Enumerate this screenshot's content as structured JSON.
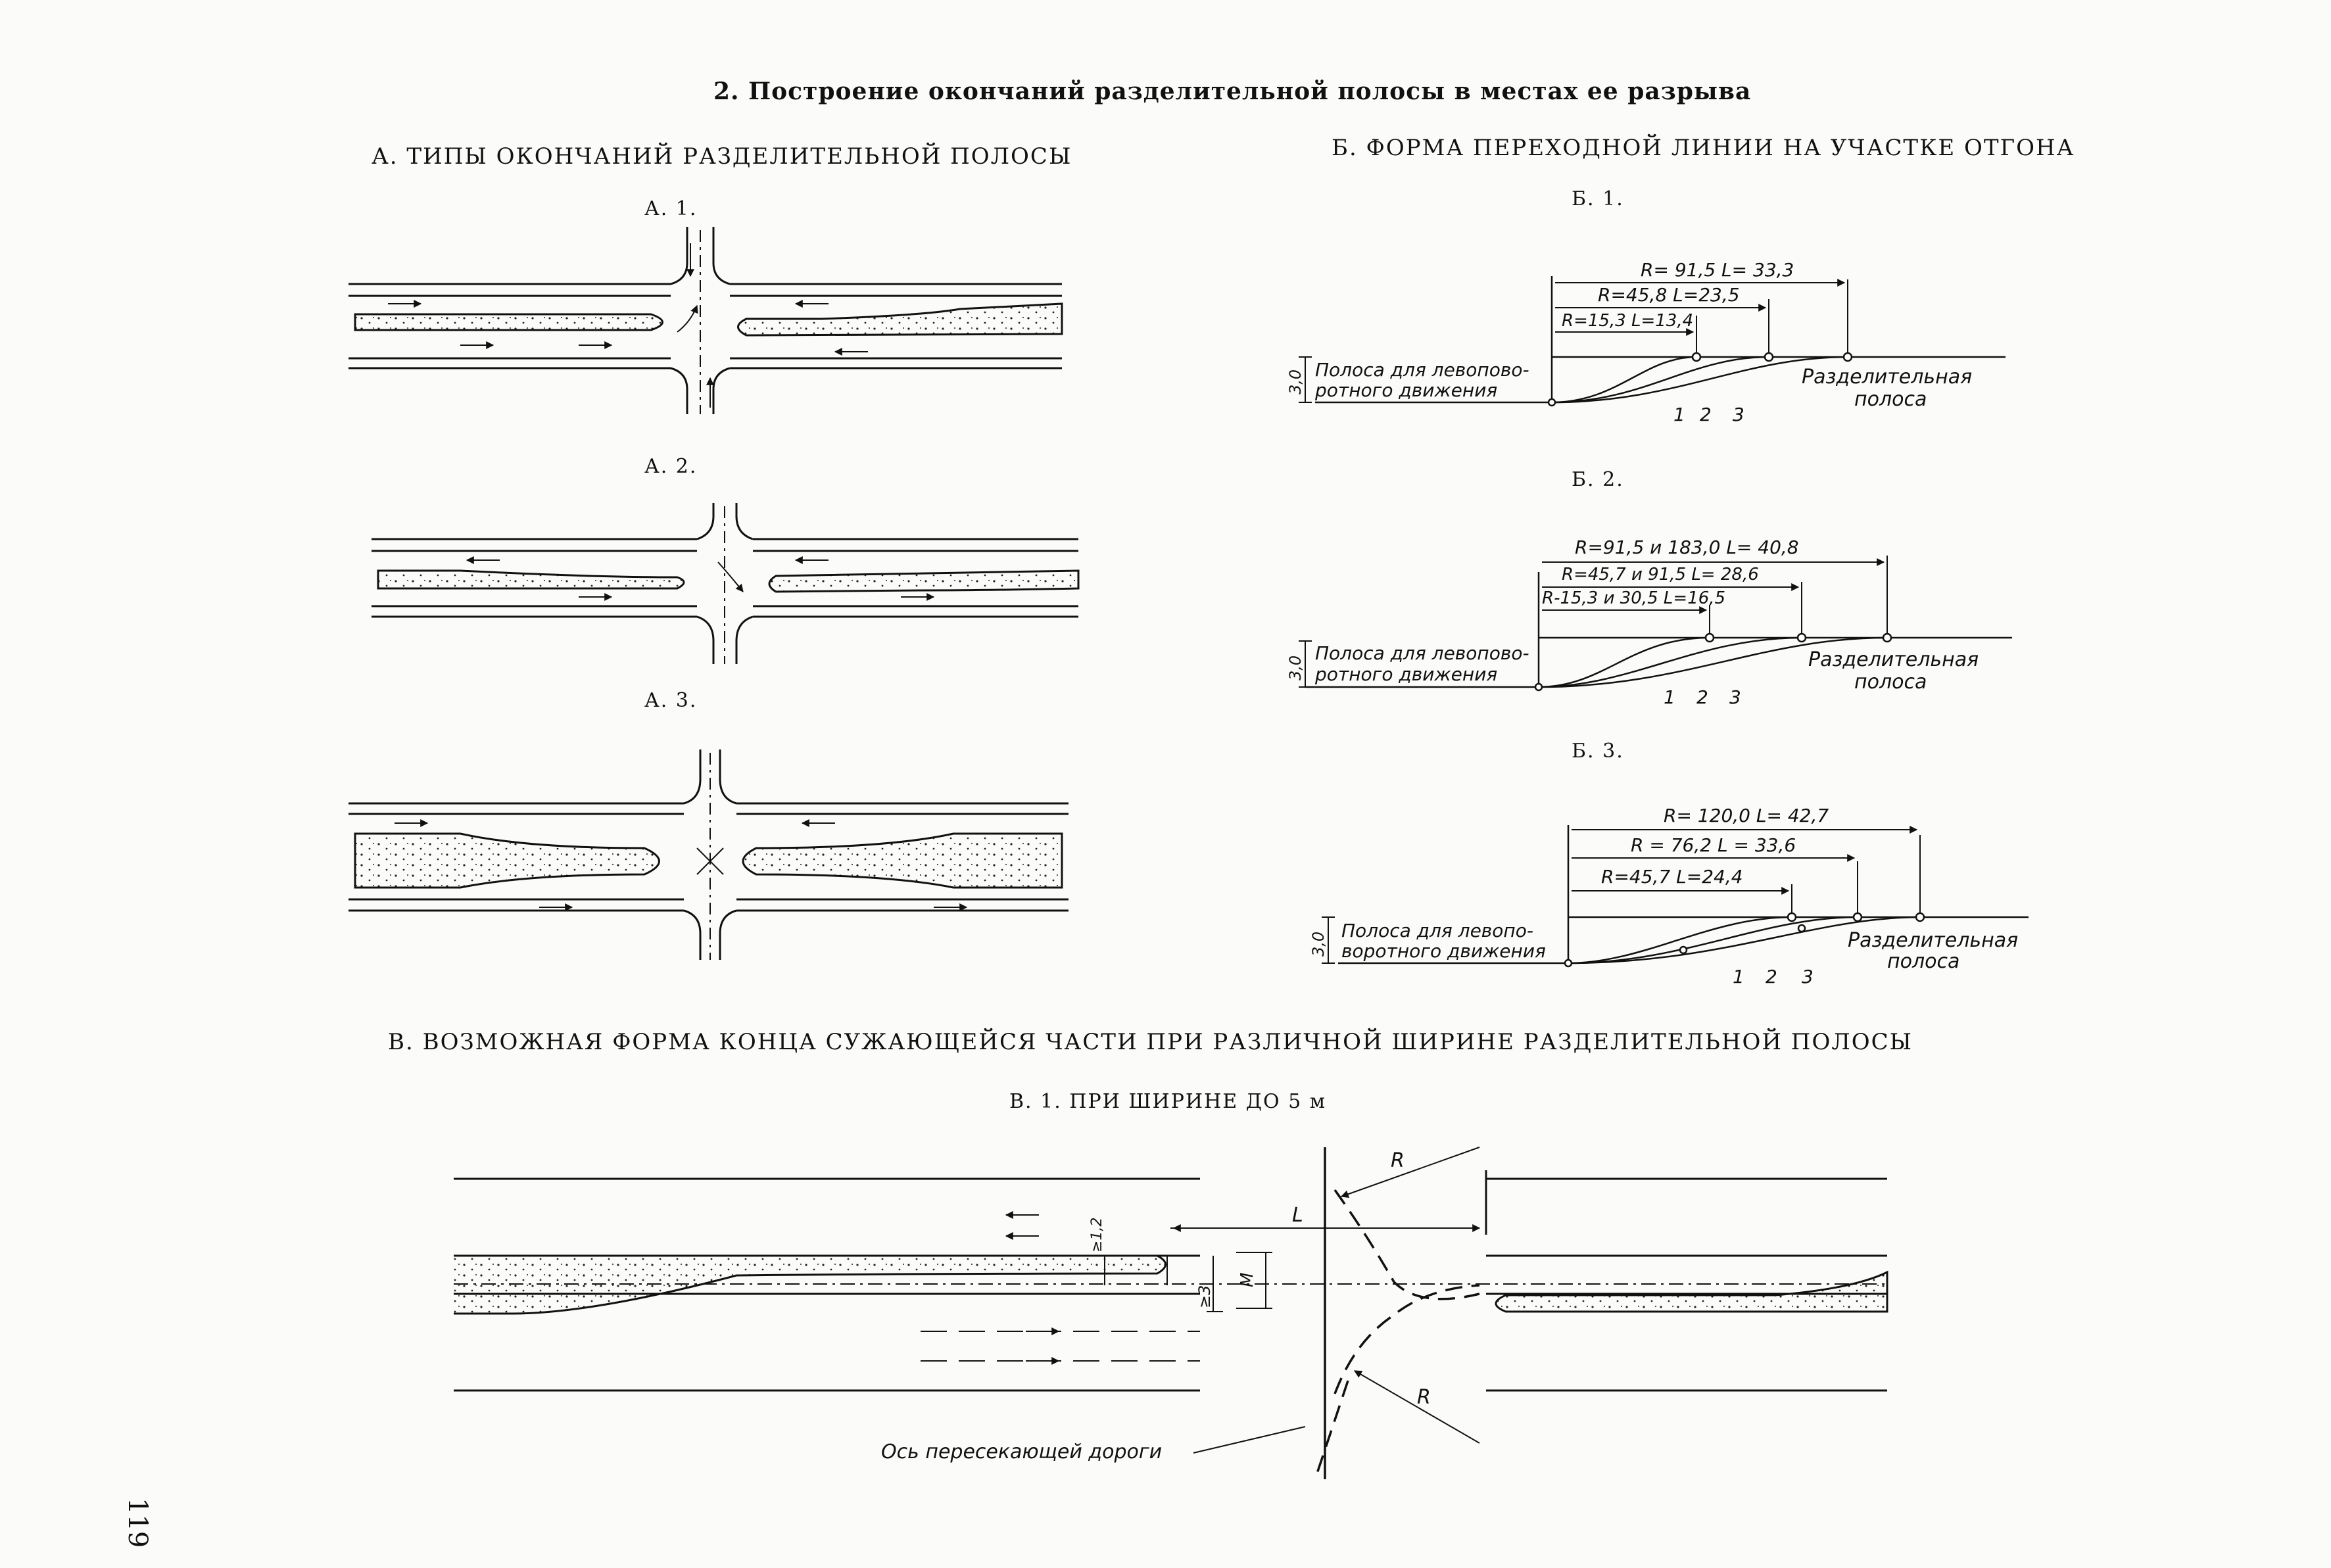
{
  "page": {
    "title": "2. Построение окончаний разделительной   полосы в местах ее разрыва",
    "page_number": "119"
  },
  "section_a": {
    "heading": "А. ТИПЫ ОКОНЧАНИЙ РАЗДЕЛИТЕЛЬНОЙ   ПОЛОСЫ",
    "sub1": "А. 1.",
    "sub2": "А. 2.",
    "sub3": "А. 3."
  },
  "section_b": {
    "heading": "Б. ФОРМА ПЕРЕХОДНОЙ ЛИНИИ НА УЧАСТКЕ   ОТГОНА",
    "sub1": "Б. 1.",
    "sub2": "Б. 2.",
    "sub3": "Б. 3.",
    "common": {
      "lane_label_1": "Полоса для левопово-",
      "lane_label_2": "ротного движения",
      "width_3_0": "3,0",
      "divider_label_1": "Разделительная",
      "divider_label_2": "полоса",
      "curve_1": "1",
      "curve_2": "2",
      "curve_3": "3"
    },
    "b1": {
      "dim_top": "R= 91,5   L= 33,3",
      "dim_mid": "R=45,8   L=23,5",
      "dim_low": "R=15,3  L=13,4"
    },
    "b2": {
      "dim_top": "R=91,5 и 183,0   L= 40,8",
      "dim_mid": "R=45,7 и 91,5   L= 28,6",
      "dim_low": "R-15,3 и 30,5  L=16,5"
    },
    "b3": {
      "lane_label_1": "Полоса для левопо-",
      "lane_label_2": "воротного движения",
      "dim_top": "R= 120,0   L= 42,7",
      "dim_mid": "R = 76,2   L = 33,6",
      "dim_low": "R=45,7   L=24,4"
    }
  },
  "section_c": {
    "heading": "В. ВОЗМОЖНАЯ ФОРМА КОНЦА СУЖАЮЩЕЙСЯ ЧАСТИ ПРИ  РАЗЛИЧНОЙ ШИРИНЕ РАЗДЕЛИТЕЛЬНОЙ ПОЛОСЫ",
    "sub1": "В. 1. ПРИ ШИРИНЕ ДО 5 м",
    "label_r": "R",
    "label_r2": "R",
    "label_l": "L",
    "label_m": "M",
    "label_12": "≥1,2",
    "label_3": "≥3",
    "axis_label": "Ось пересекающей дороги"
  }
}
